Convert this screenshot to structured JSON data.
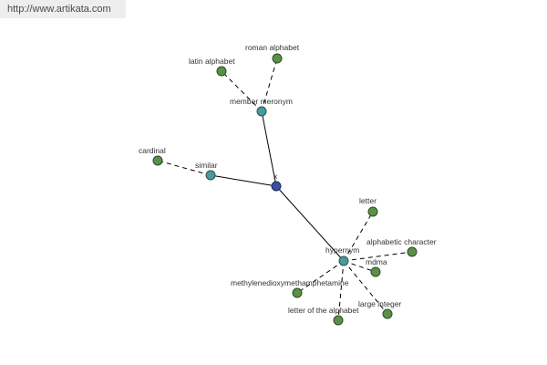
{
  "header": {
    "url": "http://www.artikata.com"
  },
  "graph": {
    "root": "x",
    "nodes": [
      {
        "id": "x",
        "label": "x",
        "kind": "root"
      },
      {
        "id": "member-meronym",
        "label": "member meronym",
        "kind": "relation"
      },
      {
        "id": "similar",
        "label": "similar",
        "kind": "relation"
      },
      {
        "id": "hypernym",
        "label": "hypernym",
        "kind": "relation"
      },
      {
        "id": "latin-alphabet",
        "label": "latin alphabet",
        "kind": "leaf"
      },
      {
        "id": "roman-alphabet",
        "label": "roman alphabet",
        "kind": "leaf"
      },
      {
        "id": "cardinal",
        "label": "cardinal",
        "kind": "leaf"
      },
      {
        "id": "letter",
        "label": "letter",
        "kind": "leaf"
      },
      {
        "id": "alphabetic-character",
        "label": "alphabetic character",
        "kind": "leaf"
      },
      {
        "id": "mdma",
        "label": "mdma",
        "kind": "leaf"
      },
      {
        "id": "methylenedioxymethamphetamine",
        "label": "methylenedioxymethamphetamine",
        "kind": "leaf"
      },
      {
        "id": "large-integer",
        "label": "large integer",
        "kind": "leaf"
      },
      {
        "id": "letter-of-the-alphabet",
        "label": "letter of the alphabet",
        "kind": "leaf"
      }
    ],
    "edges": [
      {
        "from": "x",
        "to": "member-meronym",
        "style": "solid"
      },
      {
        "from": "x",
        "to": "similar",
        "style": "solid"
      },
      {
        "from": "x",
        "to": "hypernym",
        "style": "solid"
      },
      {
        "from": "member-meronym",
        "to": "latin-alphabet",
        "style": "dashed"
      },
      {
        "from": "member-meronym",
        "to": "roman-alphabet",
        "style": "dashed"
      },
      {
        "from": "similar",
        "to": "cardinal",
        "style": "dashed"
      },
      {
        "from": "hypernym",
        "to": "letter",
        "style": "dashed"
      },
      {
        "from": "hypernym",
        "to": "alphabetic-character",
        "style": "dashed"
      },
      {
        "from": "hypernym",
        "to": "mdma",
        "style": "dashed"
      },
      {
        "from": "hypernym",
        "to": "methylenedioxymethamphetamine",
        "style": "dashed"
      },
      {
        "from": "hypernym",
        "to": "large-integer",
        "style": "dashed"
      },
      {
        "from": "hypernym",
        "to": "letter-of-the-alphabet",
        "style": "dashed"
      }
    ]
  },
  "colors": {
    "root_node": "#3b4f9e",
    "relation_node": "#4b9a9a",
    "leaf_node": "#5a9048",
    "edge": "#000000"
  }
}
